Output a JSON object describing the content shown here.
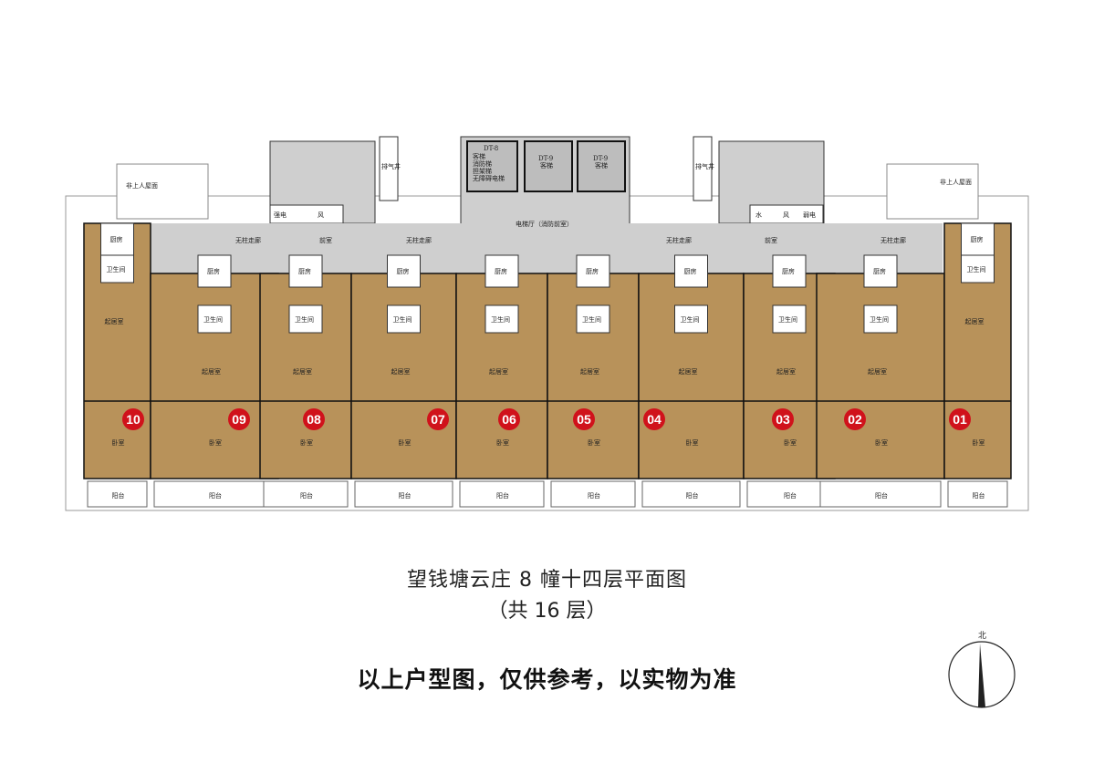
{
  "title": "望钱塘云庄 8 幢十四层平面图",
  "subtitle": "（共 16 层）",
  "disclaimer": "以上户型图，仅供参考，以实物为准",
  "compass_label": "北",
  "colors": {
    "unit": "#b8925a",
    "common": "#cfcfcf",
    "wall": "#111111",
    "badge": "#d0121b"
  },
  "units": [
    "10",
    "09",
    "08",
    "07",
    "06",
    "05",
    "04",
    "03",
    "02",
    "01"
  ],
  "labels": {
    "living": "起居室",
    "bedroom": "卧室",
    "kitchen": "厨房",
    "bath": "卫生间",
    "balcony": "阳台",
    "corridor": "无柱走廊",
    "vestibule": "前室",
    "lift_hall": "电梯厅（消防前室）",
    "roof_left": "非上人屋面",
    "roof_right": "非上人屋面",
    "vent": "风",
    "electric": "强电",
    "water": "水",
    "weak": "弱电",
    "exhaust": "排气井",
    "dt8": "DT-8",
    "dt8_a": "客梯",
    "dt8_b": "消防梯",
    "dt8_c": "担架梯",
    "dt8_d": "无障碍电梯",
    "dt9a": "DT-9",
    "dt9a_sub": "客梯",
    "dt9b": "DT-9",
    "dt9b_sub": "客梯"
  }
}
